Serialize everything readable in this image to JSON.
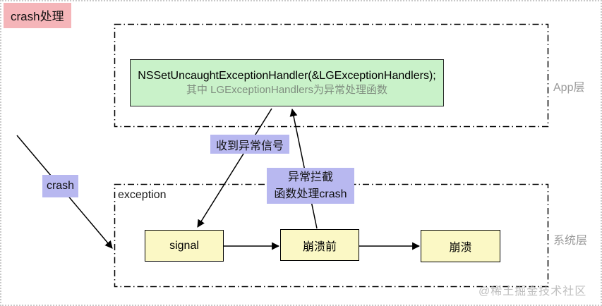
{
  "header": {
    "title": "crash处理"
  },
  "layers": {
    "app": {
      "label": "App层",
      "handler_box": {
        "line1": "NSSetUncaughtExceptionHandler(&LGExceptionHandlers);",
        "line2": "其中 LGExceptionHandlers为异常处理函数"
      }
    },
    "system": {
      "label": "系统层",
      "region_label": "exception",
      "nodes": [
        {
          "label": "signal"
        },
        {
          "label": "崩溃前"
        },
        {
          "label": "崩溃"
        }
      ]
    }
  },
  "annotations": {
    "crash_label": "crash",
    "signal_received": "收到异常信号",
    "intercept_line1": "异常拦截",
    "intercept_line2": "函数处理crash"
  },
  "watermark": "@稀土掘金技术社区",
  "colors": {
    "title_bg": "#f5b5b9",
    "note_bg": "#b8b8f0",
    "handler_bg": "#c9f2c9",
    "node_bg": "#fbf8c5",
    "layer_label_text": "#9a9a9a",
    "watermark_text": "#bfbfbf",
    "border": "#000000"
  }
}
